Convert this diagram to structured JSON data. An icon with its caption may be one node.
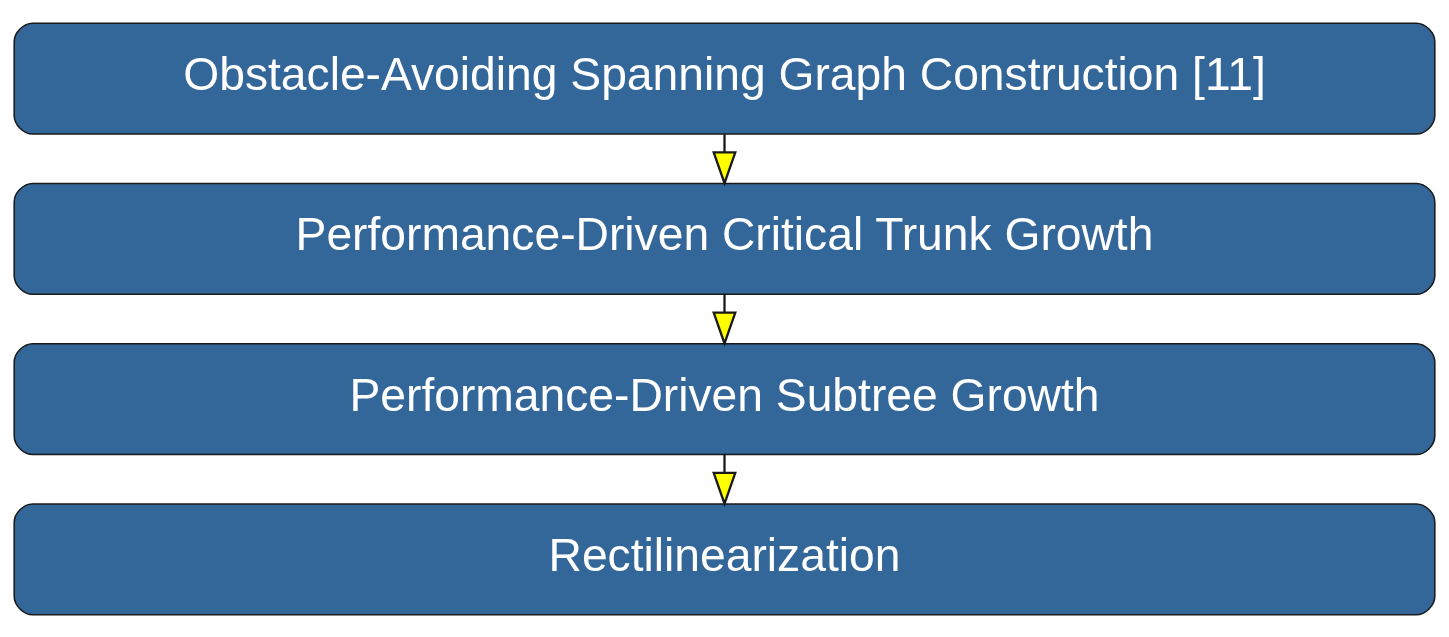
{
  "diagram": {
    "nodes": [
      {
        "text": [
          "Obstacle-Avoiding Spanning Graph Construction [11]"
        ]
      },
      {
        "text": [
          "Performance-Driven Critical Trunk Growth"
        ]
      },
      {
        "text": [
          "Performance-Driven Subtree Growth"
        ]
      },
      {
        "text": [
          "Rectilinearization"
        ]
      }
    ],
    "edges": [
      {
        "from": 0,
        "to": 1,
        "arrow": "to"
      },
      {
        "from": 1,
        "to": 2,
        "arrow": "to"
      },
      {
        "from": 2,
        "to": 3,
        "arrow": "to"
      }
    ]
  }
}
